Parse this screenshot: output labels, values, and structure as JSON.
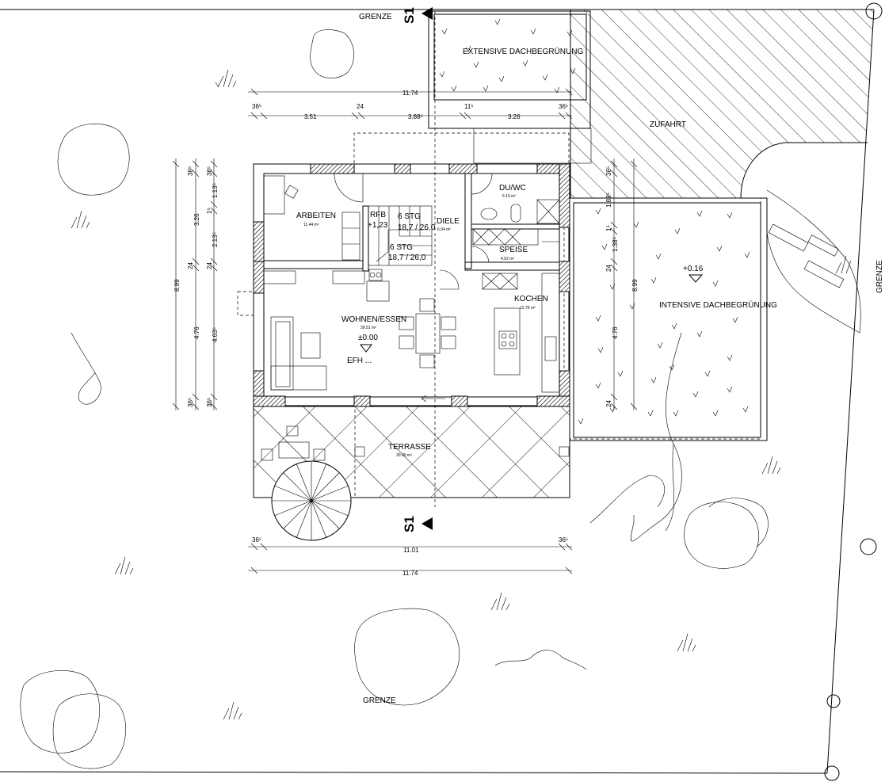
{
  "boundary_labels": {
    "top": "GRENZE",
    "bottom": "GRENZE",
    "right": "GRENZE"
  },
  "section_marks": {
    "top": "S1",
    "bottom": "S1"
  },
  "areas": {
    "extensive_roof": "EXTENSIVE DACHBEGRÜNUNG",
    "intensive_roof": "INTENSIVE DACHBEGRÜNUNG",
    "driveway": "ZUFAHRT",
    "roof_level": "+0.16",
    "terrace": "TERRASSE",
    "terrace_area": "30.00 m²"
  },
  "rooms": {
    "arbeiten": {
      "name": "ARBEITEN",
      "area": "11.44 m²"
    },
    "rfb": {
      "name": "RFB",
      "level": "+1,23"
    },
    "stairs_upper": {
      "name": "6 STG",
      "spec": "18,7 / 26,0"
    },
    "stairs_lower": {
      "name": "6 STG",
      "spec": "18,7 / 26,0"
    },
    "diele": {
      "name": "DIELE",
      "area": "6.04 m²"
    },
    "duwc": {
      "name": "DU/WC",
      "area": "6.15 m²"
    },
    "speise": {
      "name": "SPEISE",
      "area": "4.52 m²"
    },
    "wohnen": {
      "name": "WOHNEN/ESSEN",
      "area": "39.51 m²",
      "level": "±0.00",
      "efh": "EFH ..."
    },
    "kochen": {
      "name": "KOCHEN",
      "area": "12.79 m²"
    }
  },
  "dims_top": {
    "overall": "11.74",
    "seg1": "3.51",
    "seg2": "3.88⁵",
    "seg3": "3.26",
    "w1": "36⁵",
    "w2": "24",
    "w3": "11⁵",
    "w4": "36⁵"
  },
  "dims_bottom": {
    "inner": "11.01",
    "overall": "11.74",
    "w1": "36⁵",
    "w2": "36⁵"
  },
  "dims_left": {
    "overall": "8.99",
    "c2": [
      "36⁵",
      "3.26",
      "24",
      "4.76",
      "36⁵"
    ],
    "c3": [
      "36⁵",
      "1.13⁵",
      "1⁵",
      "2.13⁵",
      "24",
      "4.63⁵",
      "36⁵"
    ]
  },
  "dims_right": {
    "overall": "8.99",
    "c1": [
      "36⁵",
      "1.88⁵",
      "1⁵",
      "1.38⁵",
      "24",
      "4.76",
      "24"
    ]
  }
}
